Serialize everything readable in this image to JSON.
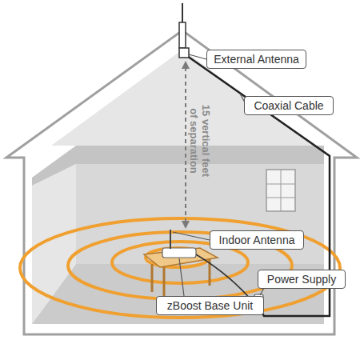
{
  "diagram": {
    "nodes": [
      {
        "text": [
          "External Antenna"
        ]
      },
      {
        "text": [
          "Coaxial Cable"
        ]
      },
      {
        "text": [
          "Indoor Antenna"
        ]
      },
      {
        "text": [
          "Power Supply"
        ]
      },
      {
        "text": [
          "zBoost Base Unit"
        ]
      }
    ],
    "labels": [
      "15 vertical feet of separation"
    ]
  }
}
